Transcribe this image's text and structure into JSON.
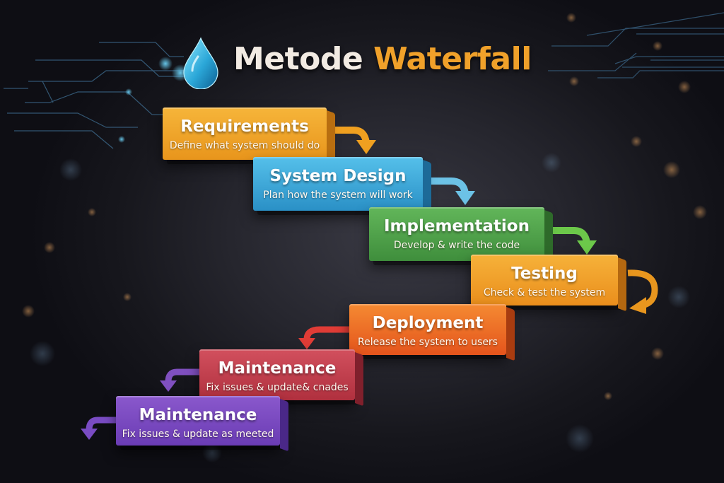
{
  "title": {
    "part1": "Metode",
    "part2": "Waterfall",
    "icon": "water-drop-icon"
  },
  "colors": {
    "title_white": "#f2ebe3",
    "title_orange": "#f0a12a",
    "requirements": "#f0a020",
    "system_design": "#3aa6d6",
    "implementation": "#4fa84a",
    "testing": "#f2a82a",
    "deployment": "#ee6a22",
    "maintenance_1": "#c8404e",
    "maintenance_2": "#7c48c4"
  },
  "phases": [
    {
      "name": "Requirements",
      "desc": "Define what system should do"
    },
    {
      "name": "System Design",
      "desc": "Plan how the system will work"
    },
    {
      "name": "Implementation",
      "desc": "Develop & write the code"
    },
    {
      "name": "Testing",
      "desc": "Check & test the system"
    },
    {
      "name": "Deployment",
      "desc": "Release the system to users"
    },
    {
      "name": "Maintenance",
      "desc": "Fix issues & update& cnades"
    },
    {
      "name": "Maintenance",
      "desc": "Fix issues & update as meeted"
    }
  ]
}
